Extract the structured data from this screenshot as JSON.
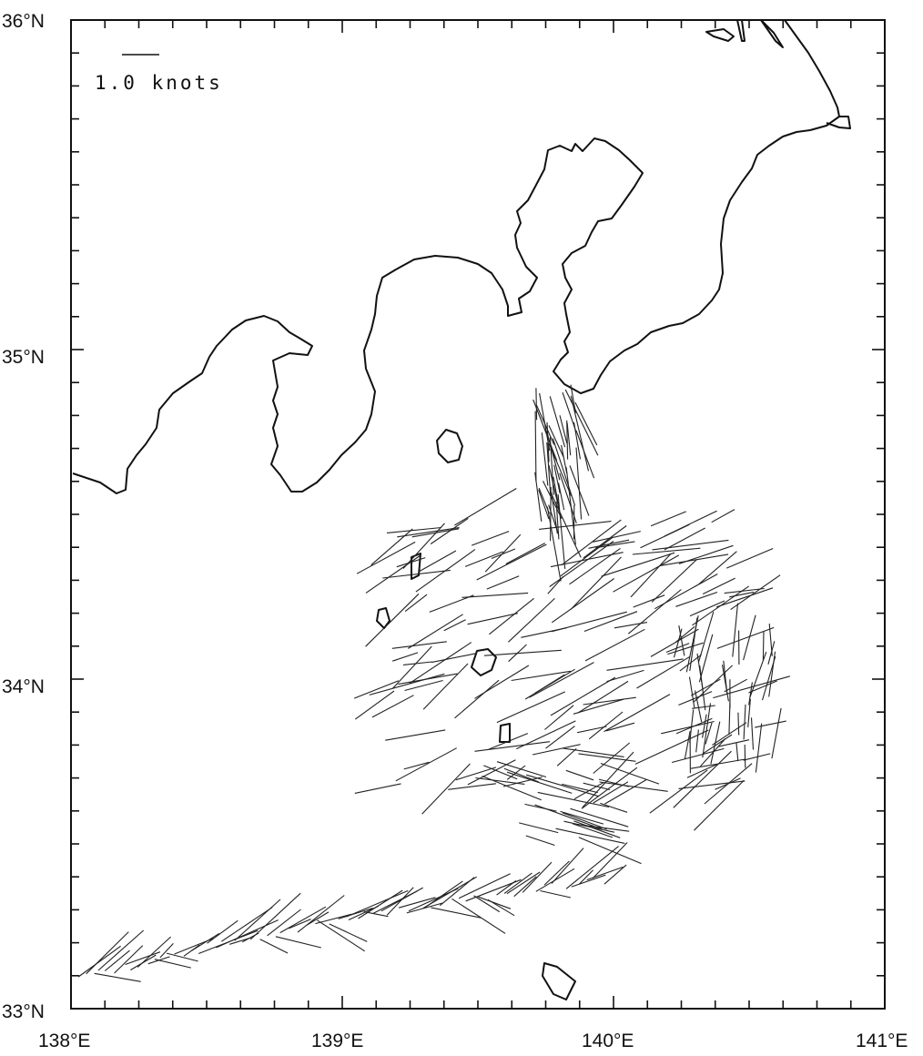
{
  "map": {
    "x_ticks": [
      "138°E",
      "139°E",
      "140°E",
      "141°E"
    ],
    "y_ticks": [
      "36°N",
      "35°N",
      "34°N",
      "33°N"
    ],
    "scale_label": "1.0 knots",
    "line_color": "#111111",
    "background": "#ffffff"
  }
}
